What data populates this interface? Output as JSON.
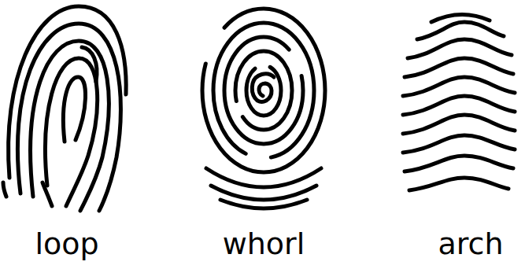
{
  "diagram": {
    "labels": [
      "loop",
      "whorl",
      "arch"
    ]
  }
}
